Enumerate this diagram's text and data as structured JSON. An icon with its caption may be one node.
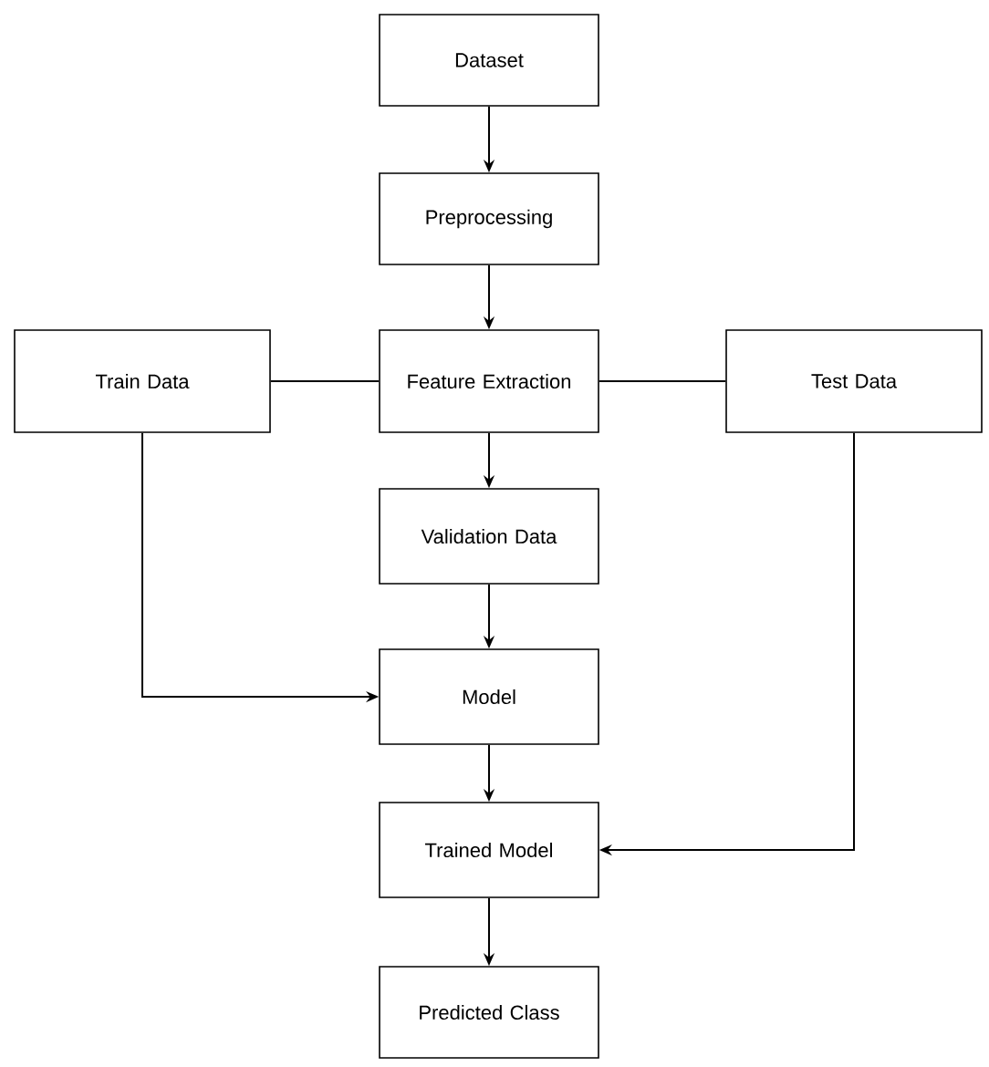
{
  "diagram": {
    "nodes": [
      {
        "text": [
          "Dataset"
        ]
      },
      {
        "text": [
          "Preprocessing"
        ]
      },
      {
        "text": [
          "Train Data"
        ]
      },
      {
        "text": [
          "Feature Extraction"
        ]
      },
      {
        "text": [
          "Test Data"
        ]
      },
      {
        "text": [
          "Validation Data"
        ]
      },
      {
        "text": [
          "Model"
        ]
      },
      {
        "text": [
          "Trained Model"
        ]
      },
      {
        "text": [
          "Predicted Class"
        ]
      }
    ],
    "edges": [
      {
        "from": 0,
        "to": 1,
        "arrow": "to"
      },
      {
        "from": 1,
        "to": 3,
        "arrow": "to"
      },
      {
        "from": 2,
        "to": 3,
        "arrow": "none"
      },
      {
        "from": 3,
        "to": 4,
        "arrow": "none"
      },
      {
        "from": 3,
        "to": 5,
        "arrow": "to"
      },
      {
        "from": 5,
        "to": 6,
        "arrow": "to"
      },
      {
        "from": 2,
        "to": 6,
        "arrow": "to"
      },
      {
        "from": 6,
        "to": 7,
        "arrow": "to"
      },
      {
        "from": 4,
        "to": 7,
        "arrow": "to"
      },
      {
        "from": 7,
        "to": 8,
        "arrow": "to"
      }
    ]
  }
}
